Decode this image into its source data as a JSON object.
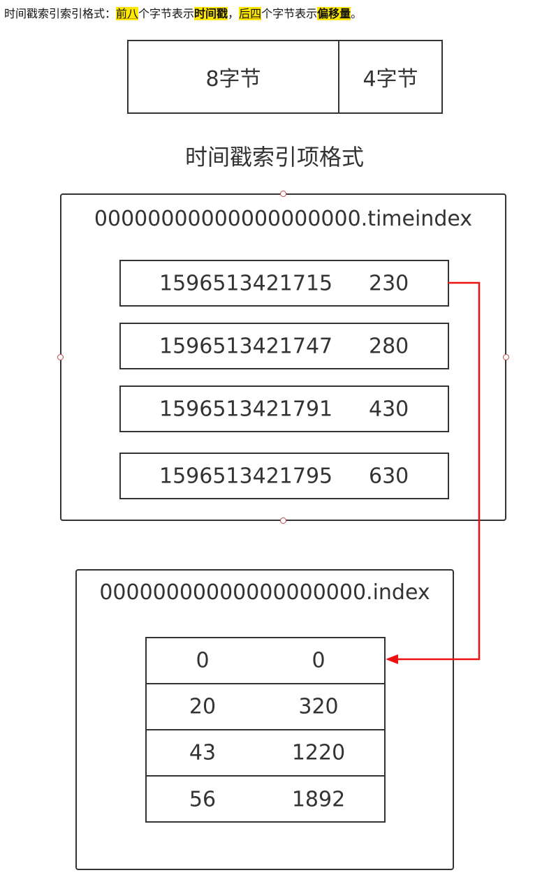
{
  "intro": {
    "prefix": "时间戳索引索引格式：",
    "first_part": "前八",
    "mid1": "个字节表示",
    "timestamp_word": "时间戳",
    "comma": "，",
    "second_part": "后四",
    "mid2": "个字节表示",
    "offset_word": "偏移量",
    "period": "。"
  },
  "format_box": {
    "first_cell": "8字节",
    "second_cell": "4字节"
  },
  "format_caption": "时间戳索引项格式",
  "timeindex_file": {
    "filename": "00000000000000000000.timeindex",
    "entries": [
      {
        "timestamp": "1596513421715",
        "offset": "230"
      },
      {
        "timestamp": "1596513421747",
        "offset": "280"
      },
      {
        "timestamp": "1596513421791",
        "offset": "430"
      },
      {
        "timestamp": "1596513421795",
        "offset": "630"
      }
    ]
  },
  "index_file": {
    "filename": "00000000000000000000.index",
    "rows": [
      {
        "relative_offset": "0",
        "position": "0"
      },
      {
        "relative_offset": "20",
        "position": "320"
      },
      {
        "relative_offset": "43",
        "position": "1220"
      },
      {
        "relative_offset": "56",
        "position": "1892"
      }
    ]
  },
  "colors": {
    "highlight": "#ffe800",
    "arrow": "#ee1111",
    "stroke": "#333333"
  }
}
